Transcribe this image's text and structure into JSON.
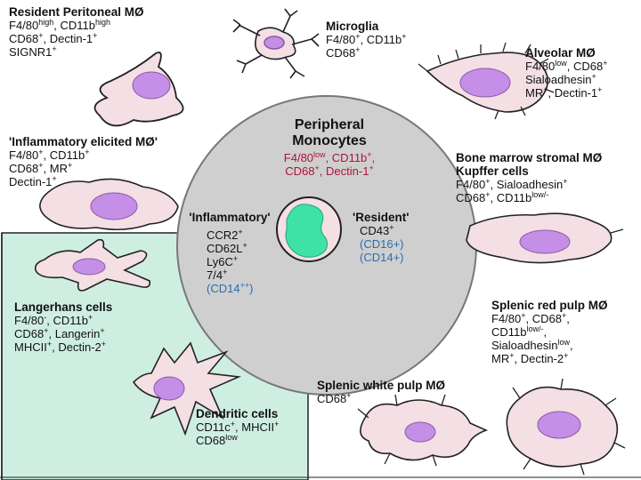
{
  "palette": {
    "cell_fill": "#f3dfe4",
    "nucleus": "#c58fe8",
    "monocyte_nucleus": "#3fe2a6",
    "center_disc": "#cfcfcf",
    "green_panel": "#cfeee2",
    "red_text": "#b0123a",
    "blue_text": "#2a6db0"
  },
  "cells": {
    "peritoneal": {
      "title": "Resident Peritoneal MØ",
      "l1": [
        "F4/80",
        "high",
        ", CD11b",
        "high"
      ],
      "l2": [
        "CD68",
        "+",
        ", Dectin-1",
        "+"
      ],
      "l3": [
        "SIGNR1",
        "+"
      ]
    },
    "microglia": {
      "title": "Microglia",
      "l1": [
        "F4/80",
        "+",
        ", CD11b",
        "+"
      ],
      "l2": [
        "CD68",
        "+"
      ]
    },
    "alveolar": {
      "title": "Alveolar MØ",
      "l1": [
        "F4/80",
        "low",
        ", CD68",
        "+"
      ],
      "l2": [
        "Sialoadhesin",
        "+"
      ],
      "l3": [
        "MR",
        "+",
        ", Dectin-1",
        "+"
      ]
    },
    "inflammatory_elicited": {
      "title": "'Inflammatory elicited MØ'",
      "l1": [
        "F4/80",
        "+",
        ", CD11b",
        "+"
      ],
      "l2": [
        "CD68",
        "+",
        ", MR",
        "+"
      ],
      "l3": [
        "Dectin-1",
        "+"
      ]
    },
    "bone_marrow": {
      "title1": "Bone marrow stromal MØ",
      "title2": "Kupffer cells",
      "l1": [
        "F4/80",
        "+",
        ", Sialoadhesin",
        "+"
      ],
      "l2": [
        "CD68",
        "+",
        ", CD11b",
        "low/-"
      ]
    },
    "langerhans": {
      "title": "Langerhans cells",
      "l1": [
        "F4/80",
        "-",
        ", CD11b",
        "+"
      ],
      "l2": [
        "CD68",
        "+",
        ", Langerin",
        "+"
      ],
      "l3": [
        "MHCII",
        "+",
        ", Dectin-2",
        "+"
      ]
    },
    "dendritic": {
      "title": "Dendritic cells",
      "l1": [
        "CD11c",
        "+",
        ", MHCII",
        "+"
      ],
      "l2": [
        "CD68",
        "low"
      ]
    },
    "splenic_white": {
      "title": "Splenic white pulp MØ",
      "l1": [
        "CD68",
        "+"
      ]
    },
    "splenic_red": {
      "title": "Splenic red pulp MØ",
      "l1": [
        "F4/80",
        "+",
        ", CD68",
        "+",
        ","
      ],
      "l2": [
        "CD11b",
        "low/-",
        ","
      ],
      "l3": [
        "Sialoadhesin",
        "low",
        ","
      ],
      "l4": [
        "MR",
        "+",
        ", Dectin-2",
        "+"
      ]
    }
  },
  "monocytes": {
    "title1": "Peripheral",
    "title2": "Monocytes",
    "m1": [
      "F4/80",
      "low",
      ", CD11b",
      "+",
      ","
    ],
    "m2": [
      "CD68",
      "+",
      ", Dectin-1",
      "+"
    ],
    "inflammatory": {
      "title": "'Inflammatory'",
      "l1": [
        "CCR2",
        "+"
      ],
      "l2": [
        "CD62L",
        "+"
      ],
      "l3": [
        "Ly6C",
        "+"
      ],
      "l4": [
        "7/4",
        "+"
      ],
      "l5": [
        "(CD14",
        "++",
        ")"
      ]
    },
    "resident": {
      "title": "'Resident'",
      "l1": [
        "CD43",
        "+"
      ],
      "l2": [
        "(CD16+)"
      ],
      "l3": [
        "(CD14+)"
      ]
    }
  }
}
